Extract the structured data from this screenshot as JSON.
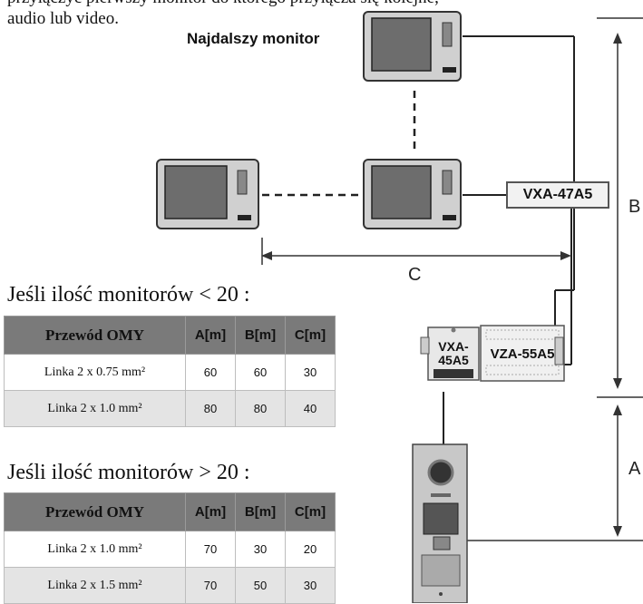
{
  "intro_text": {
    "line1": "przyłączyć pierwszy monitor do którego przyłącza się kolejne,",
    "line2": "audio lub video."
  },
  "diagram": {
    "far_monitor_label": "Najdalszy monitor",
    "distributor_label": "VXA-47A5",
    "control_unit_label": "VXA-45A5",
    "power_supply_label": "VZA-55A5",
    "dimension_labels": {
      "a": "A",
      "b": "B",
      "c": "C"
    }
  },
  "tables": [
    {
      "heading": "Jeśli ilość monitorów < 20 :",
      "columns": [
        "Przewód OMY",
        "A[m]",
        "B[m]",
        "C[m]"
      ],
      "rows": [
        [
          "Linka 2 x 0.75 mm²",
          "60",
          "60",
          "30"
        ],
        [
          "Linka 2 x 1.0 mm²",
          "80",
          "80",
          "40"
        ]
      ]
    },
    {
      "heading": "Jeśli ilość monitorów > 20 :",
      "columns": [
        "Przewód OMY",
        "A[m]",
        "B[m]",
        "C[m]"
      ],
      "rows": [
        [
          "Linka 2 x 1.0 mm²",
          "70",
          "30",
          "20"
        ],
        [
          "Linka 2 x 1.5 mm²",
          "70",
          "50",
          "30"
        ]
      ]
    }
  ]
}
